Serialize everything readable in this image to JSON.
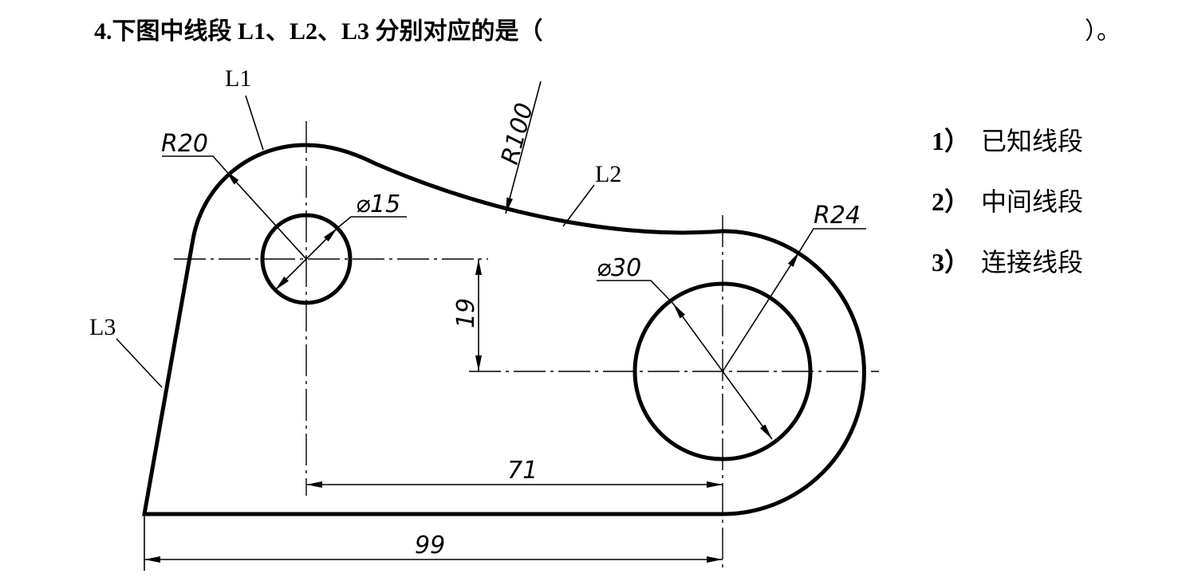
{
  "question": {
    "number": "4.",
    "text": "下图中线段 L1、L2、L3 分别对应的是（",
    "close": "）。"
  },
  "options": [
    {
      "num": "1）",
      "label": "已知线段"
    },
    {
      "num": "2）",
      "label": "中间线段"
    },
    {
      "num": "3）",
      "label": "连接线段"
    }
  ],
  "drawing": {
    "labels": {
      "l1": "L1",
      "l2": "L2",
      "l3": "L3"
    },
    "dimensions": {
      "r20": "R20",
      "r100": "R100",
      "d15": "⌀15",
      "d30": "⌀30",
      "r24": "R24",
      "v19": "19",
      "h71": "71",
      "h99": "99"
    }
  }
}
